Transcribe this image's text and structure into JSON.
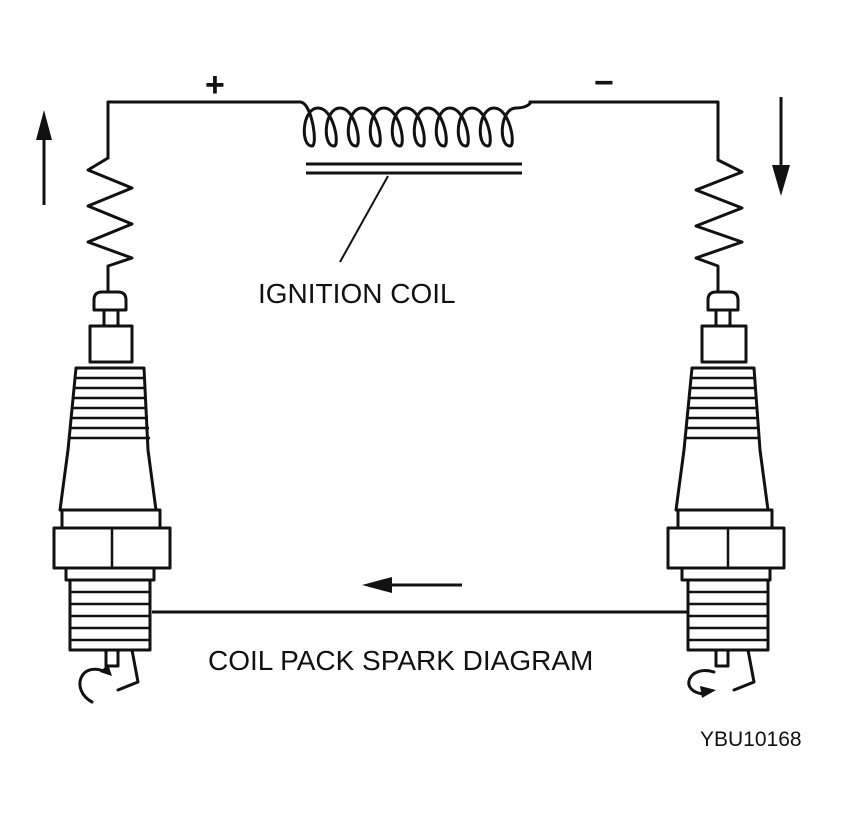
{
  "diagram": {
    "labels": {
      "positive_terminal": "+",
      "negative_terminal": "−",
      "coil": "IGNITION COIL",
      "caption": "COIL PACK SPARK DIAGRAM",
      "figure_code": "YBU10168"
    },
    "colors": {
      "ink": "#111111",
      "background": "#ffffff"
    }
  }
}
